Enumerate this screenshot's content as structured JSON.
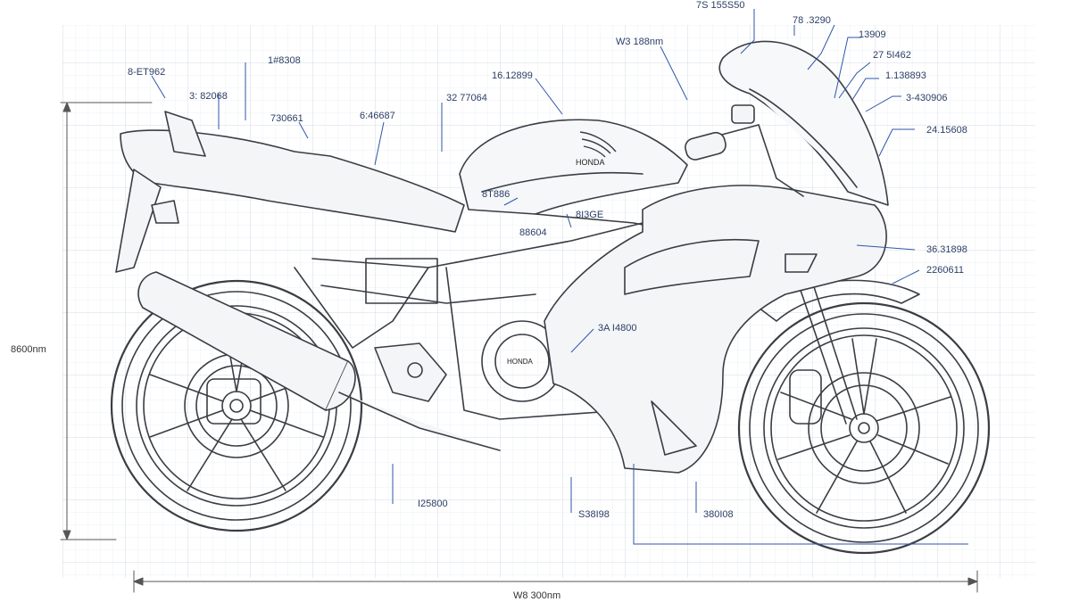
{
  "brand": "HONDA",
  "engine_badge": "HONDA",
  "dimensions": {
    "overall_length": "W8 300nm",
    "overall_height": "8600nm"
  },
  "callouts": [
    {
      "id": "c1",
      "text": "7S 155S50"
    },
    {
      "id": "c2",
      "text": "78 .3290"
    },
    {
      "id": "c3",
      "text": "W3 188nm"
    },
    {
      "id": "c4",
      "text": "13909"
    },
    {
      "id": "c5",
      "text": "27 5I462"
    },
    {
      "id": "c6",
      "text": "1.138893"
    },
    {
      "id": "c7",
      "text": "3-430906"
    },
    {
      "id": "c8",
      "text": "24.15608"
    },
    {
      "id": "c9",
      "text": "8-ET962"
    },
    {
      "id": "c10",
      "text": "1#8308"
    },
    {
      "id": "c11",
      "text": "3: 82068"
    },
    {
      "id": "c12",
      "text": "730661"
    },
    {
      "id": "c13",
      "text": "6:46687"
    },
    {
      "id": "c14",
      "text": "16.12899"
    },
    {
      "id": "c15",
      "text": "32 77064"
    },
    {
      "id": "c16",
      "text": "8T886"
    },
    {
      "id": "c17",
      "text": "8I3GE"
    },
    {
      "id": "c18",
      "text": "88604"
    },
    {
      "id": "c19",
      "text": "36.31898"
    },
    {
      "id": "c20",
      "text": "2260611"
    },
    {
      "id": "c21",
      "text": "3A I4800"
    },
    {
      "id": "c22",
      "text": "I25800"
    },
    {
      "id": "c23",
      "text": "S38I98"
    },
    {
      "id": "c24",
      "text": "380I08"
    }
  ],
  "colors": {
    "line": "#3a3d44",
    "callout": "#2f56a8",
    "grid": "#dfe6ef",
    "body_fill": "#f4f5f7"
  }
}
